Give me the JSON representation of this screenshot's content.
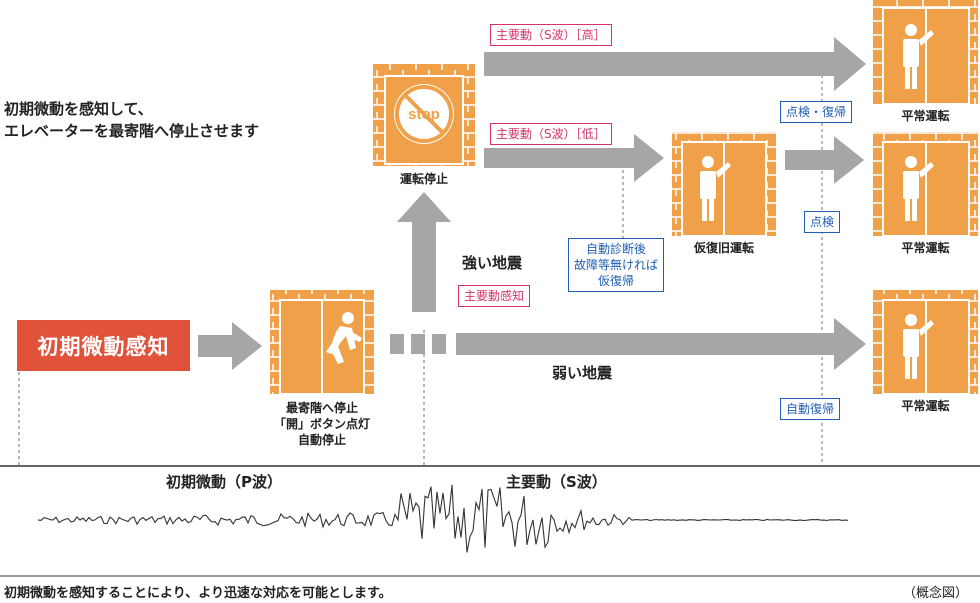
{
  "intro": {
    "line1": "初期微動を感知して、",
    "line2": "エレベーターを最寄階へ停止させます"
  },
  "initial_detect": "初期微動感知",
  "steps": {
    "nearest_stop": [
      "最寄階へ停止",
      "「開」ボタン点灯",
      "自動停止"
    ],
    "operation_stop": "運転停止",
    "temp_restore": "仮復旧運転",
    "normal_1": "平常運転",
    "normal_2": "平常運転",
    "normal_3": "平常運転"
  },
  "stop_sign_text": "stop",
  "labels": {
    "main_high": "主要動（S波）［高］",
    "main_low": "主要動（S波）［低］",
    "main_detect": "主要動感知",
    "inspect_restore": "点検・復帰",
    "inspect": "点検",
    "auto_restore": "自動復帰",
    "self_diag": [
      "自動診断後",
      "故障等無ければ",
      "仮復帰"
    ]
  },
  "quake": {
    "strong": "強い地震",
    "weak": "弱い地震"
  },
  "waves": {
    "p_wave": "初期微動（P波）",
    "s_wave": "主要動（S波）"
  },
  "footer": "初期微動を感知することにより、より迅速な対応を可能とします。",
  "note": "（概念図）",
  "colors": {
    "orange": "#f0a048",
    "orange_dark": "#e08a2c",
    "red": "#e0523a",
    "gray_arrow": "#a6a6a6",
    "pink": "#d6336c",
    "blue": "#1f5fb4"
  }
}
